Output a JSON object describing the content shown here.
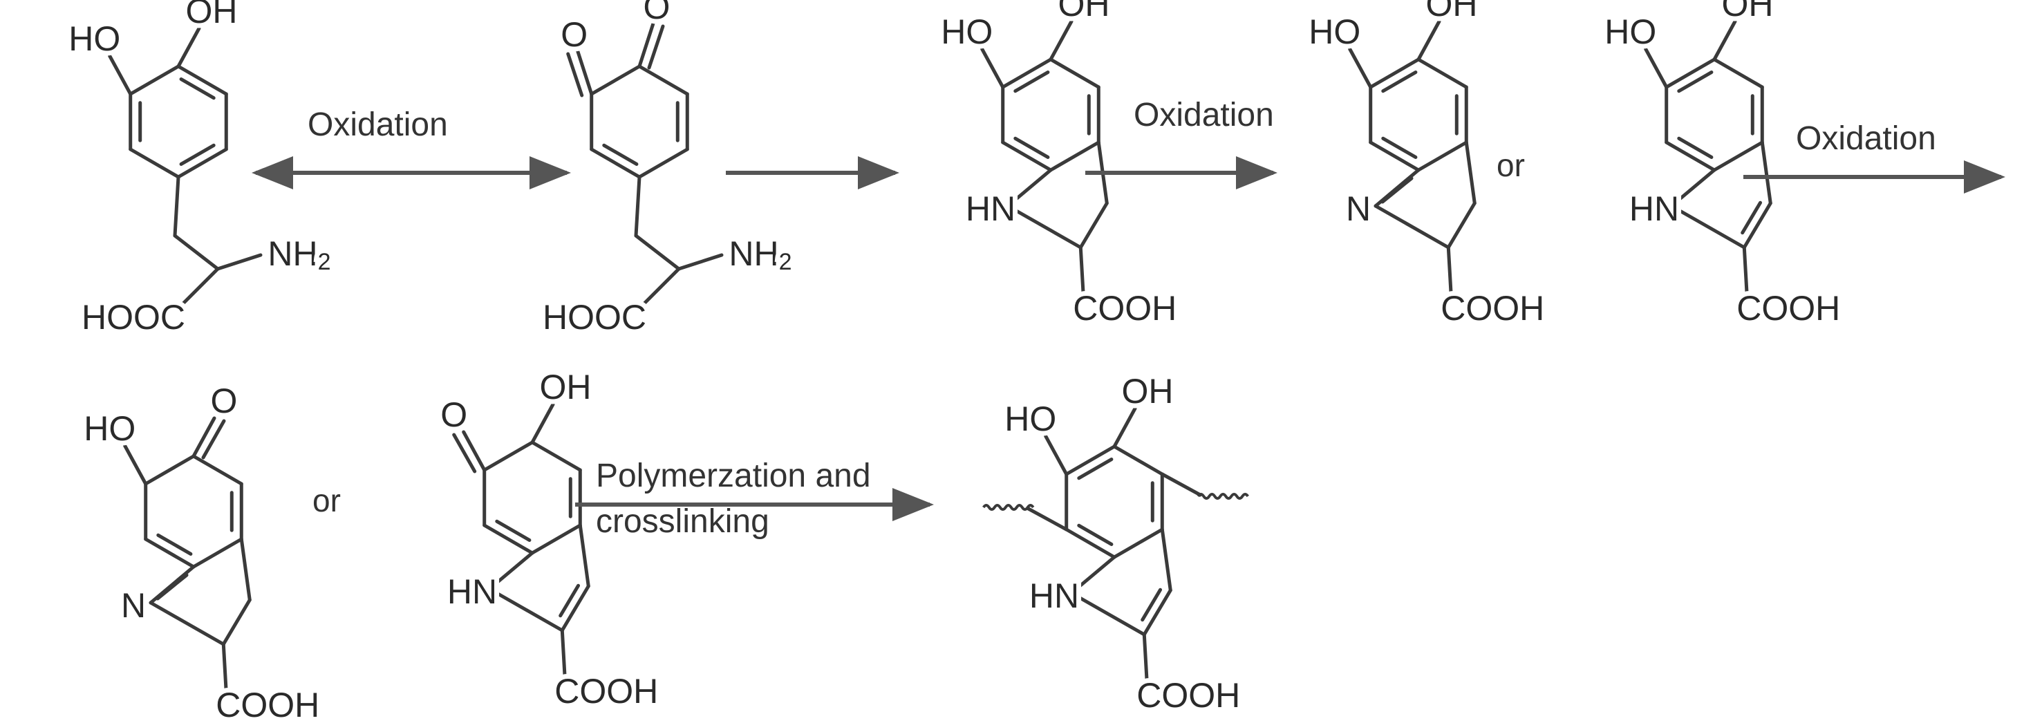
{
  "reaction_labels": {
    "oxidation_1": "Oxidation",
    "oxidation_2": "Oxidation",
    "oxidation_3": "Oxidation",
    "polymerization_line1": "Polymerzation and",
    "polymerization_line2": "crosslinking",
    "or_1": "or",
    "or_2": "or"
  },
  "atoms": {
    "ho": "HO",
    "oh": "OH",
    "o": "O",
    "nh2": "NH2",
    "hooc": "HOOC",
    "cooh": "COOH",
    "hn": "HN",
    "n": "N"
  },
  "colors": {
    "bond": "#3a3a3a",
    "arrow": "#555555",
    "text": "#2a2a2a"
  }
}
